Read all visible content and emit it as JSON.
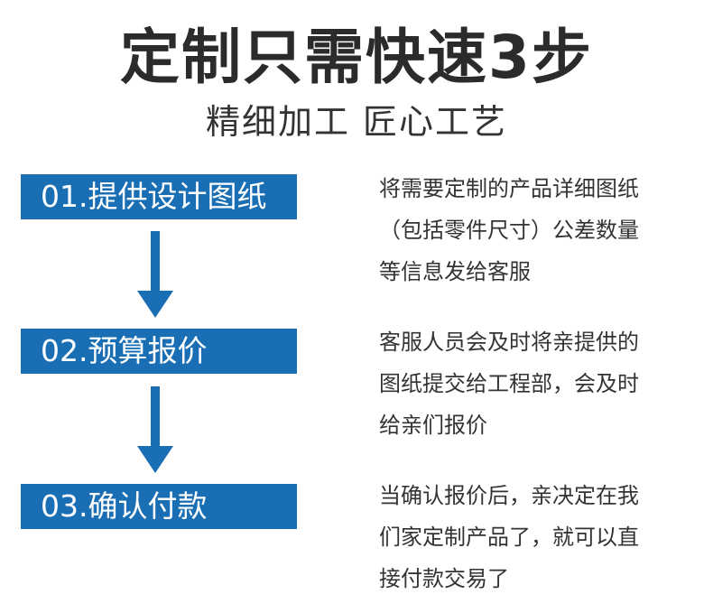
{
  "header": {
    "title": "定制只需快速3步",
    "subtitle": "精细加工 匠心工艺"
  },
  "steps": [
    {
      "label": "01.提供设计图纸",
      "desc": [
        "将需要定制的产品详细图纸",
        "（包括零件尺寸）公差数量",
        "等信息发给客服"
      ]
    },
    {
      "label": "02.预算报价",
      "desc": [
        "客服人员会及时将亲提供的",
        "图纸提交给工程部，会及时",
        "给亲们报价"
      ]
    },
    {
      "label": "03.确认付款",
      "desc": [
        "当确认报价后，亲决定在我",
        "们家定制产品了，就可以直",
        "接付款交易了"
      ]
    }
  ],
  "colors": {
    "accent": "#1a6fb4",
    "title": "#2b2b2b",
    "text": "#333333"
  },
  "icons": [
    "arrow-down-icon",
    "arrow-down-icon"
  ]
}
